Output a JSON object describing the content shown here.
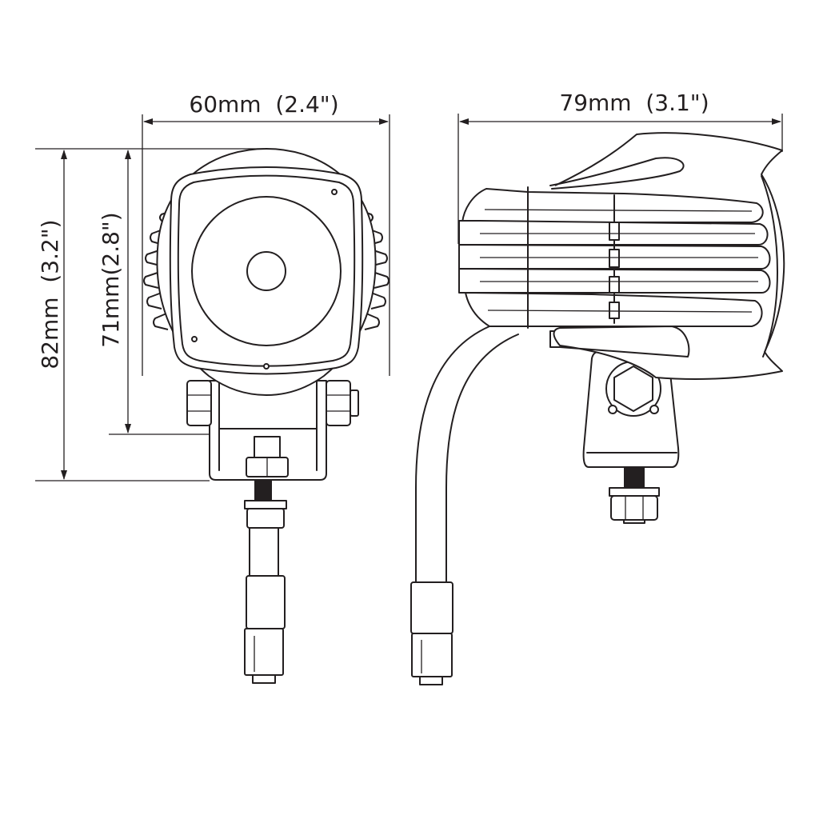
{
  "dimensions": {
    "front_width": "60mm  (2.4\")",
    "side_width": "79mm  (3.1\")",
    "total_height": "82mm  (3.2\")",
    "body_height": "71mm(2.8\")"
  },
  "colors": {
    "line": "#231f20",
    "background": "#ffffff"
  }
}
